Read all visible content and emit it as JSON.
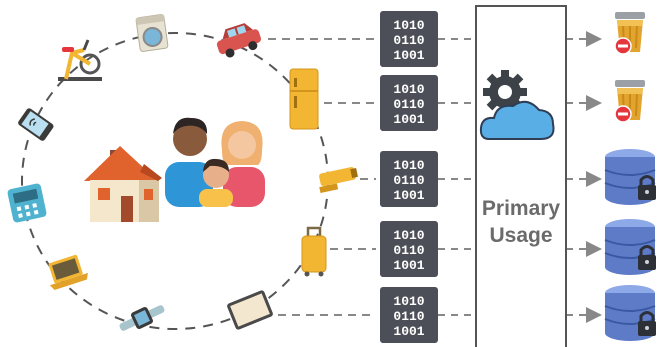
{
  "primary_box": {
    "line1": "Primary",
    "line2": "Usage"
  },
  "binary_block": {
    "rows": [
      "1010",
      "0110",
      "1001"
    ]
  },
  "ring_devices": [
    "washing-machine",
    "car",
    "fridge",
    "security-camera",
    "luggage",
    "tablet",
    "smartwatch",
    "laptop",
    "smart-panel",
    "smartphone",
    "exercise-bike"
  ],
  "outputs": [
    "trash-bin-deleted",
    "trash-bin-deleted",
    "secure-database",
    "secure-database",
    "secure-database"
  ],
  "colors": {
    "gray_dark": "#4d4f58",
    "line": "#888888",
    "cloud": "#5aaee6",
    "gear": "#3d4148",
    "db_blue": "#5d7bc7",
    "bin": "#e3a42e",
    "red": "#e5363d"
  }
}
